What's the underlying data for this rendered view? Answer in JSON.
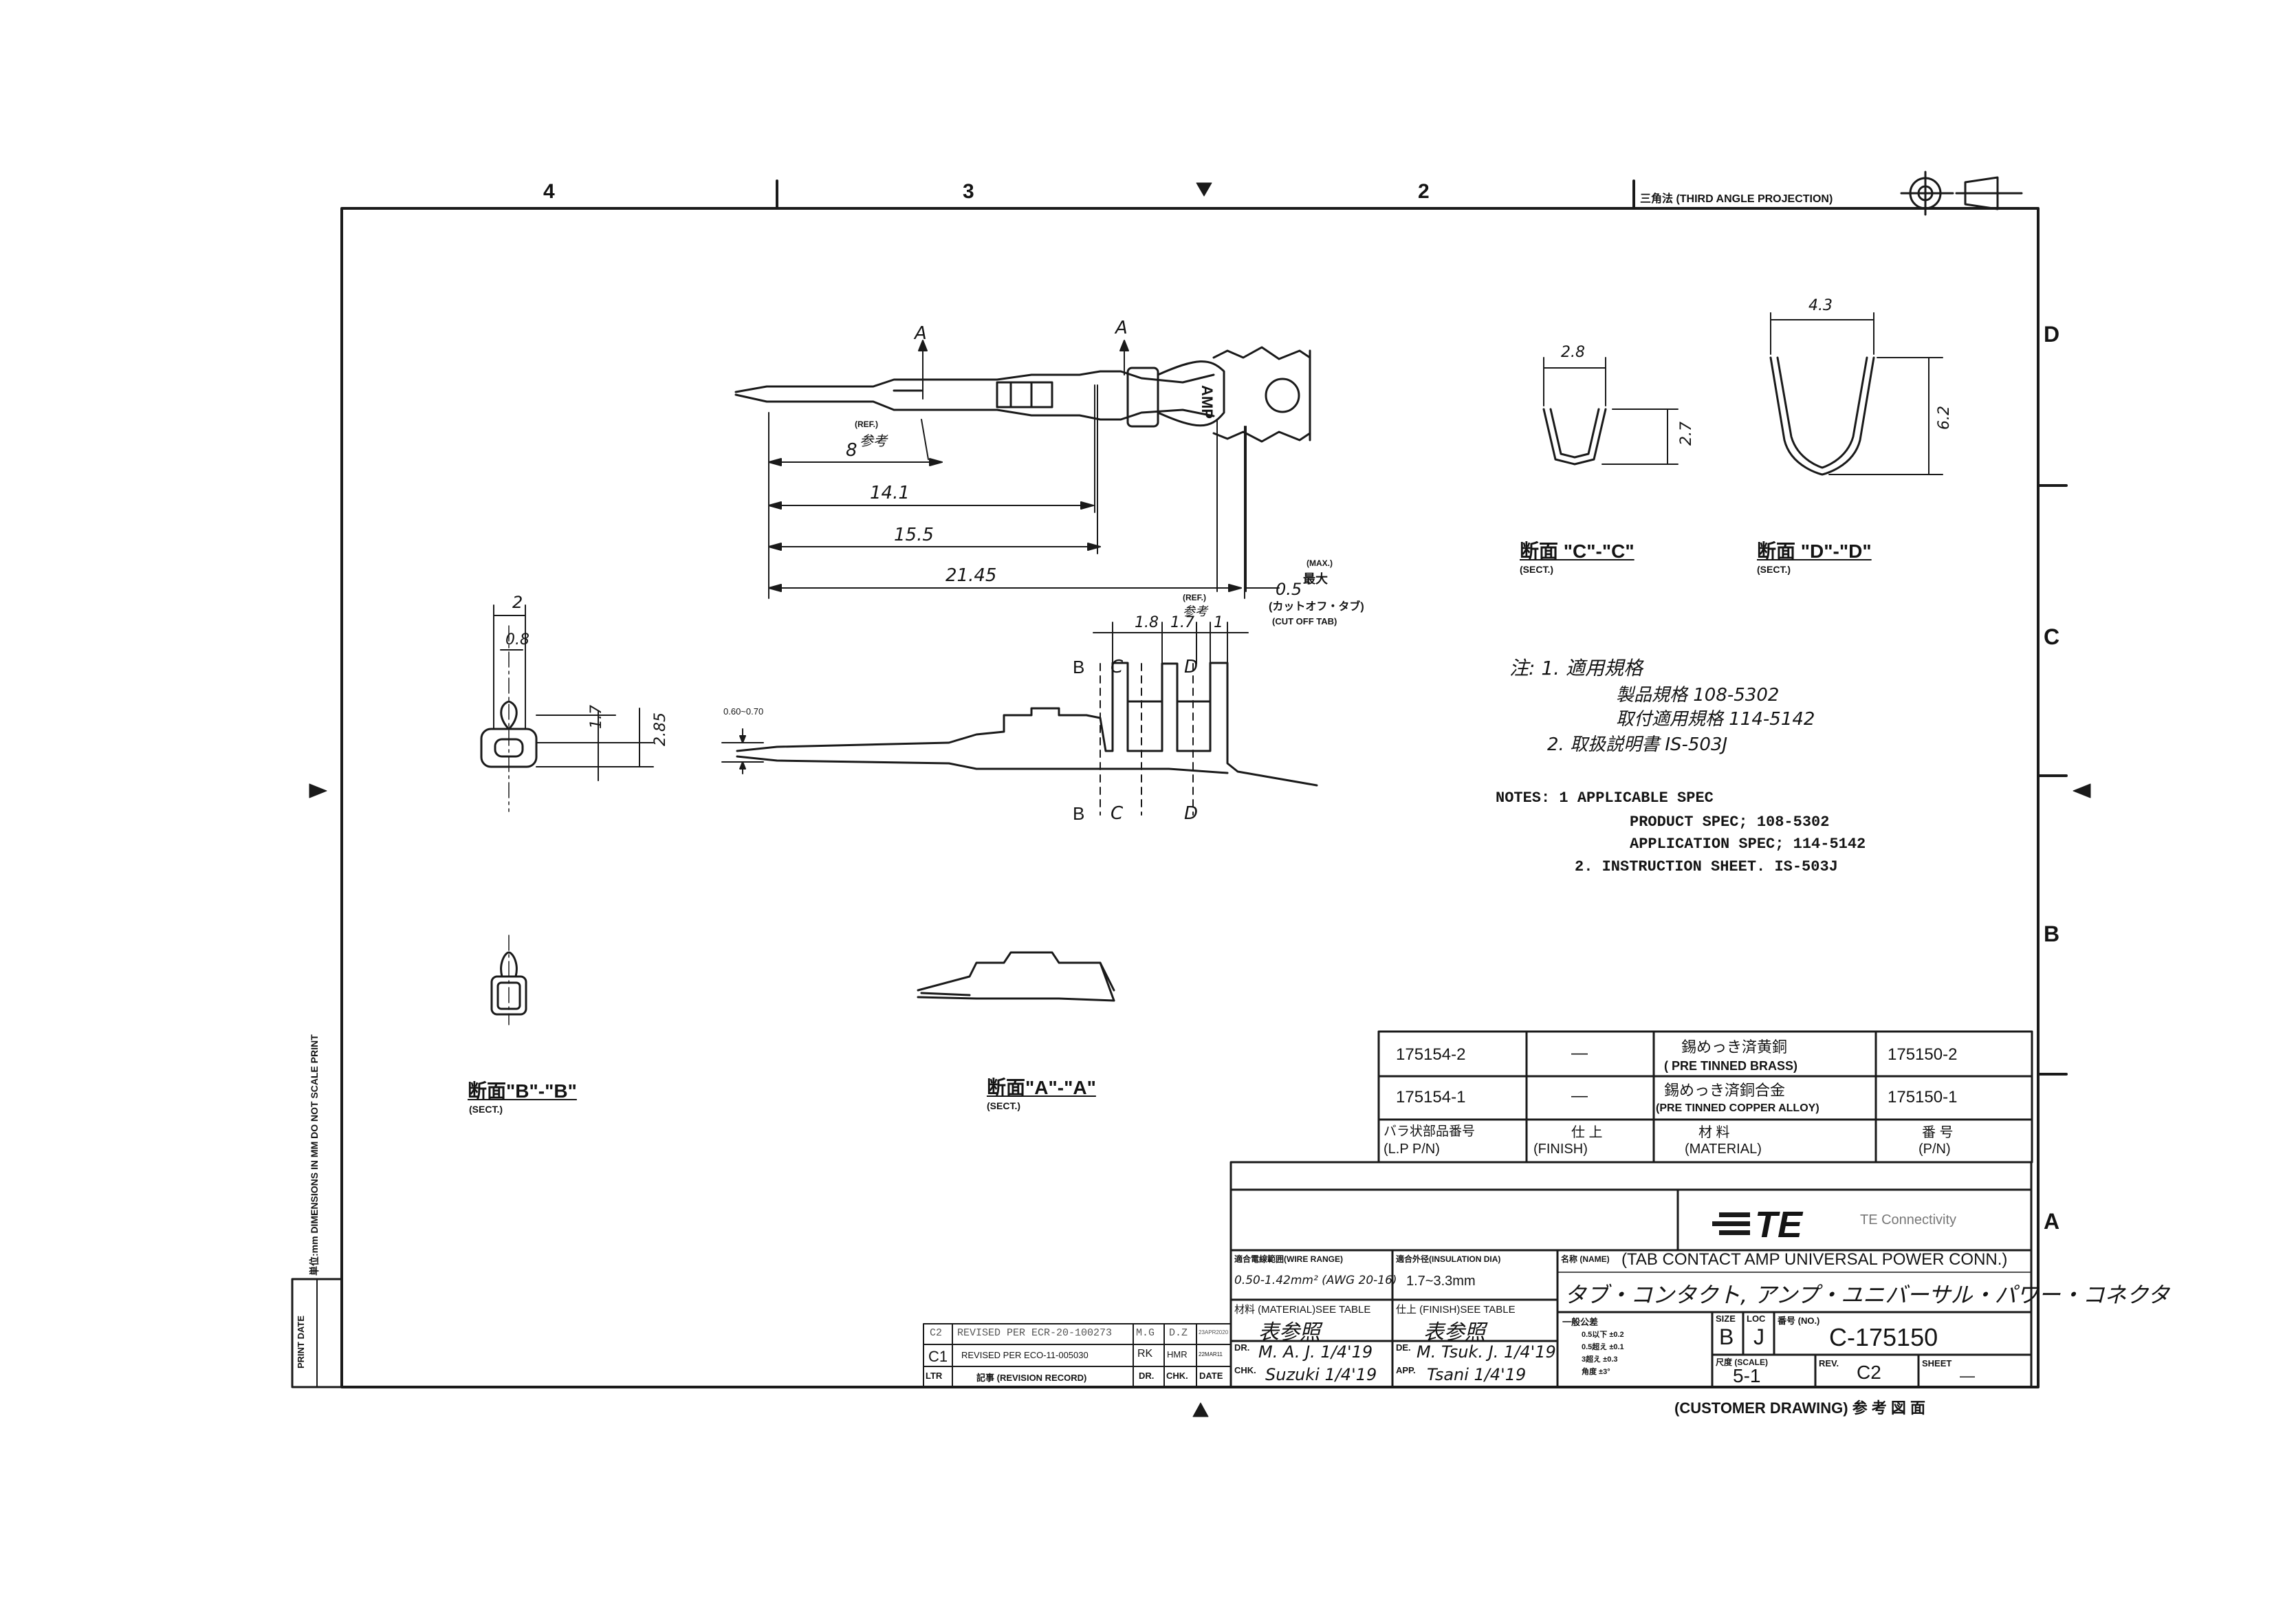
{
  "zone_top": [
    "4",
    "3",
    "2"
  ],
  "zone_side": [
    "D",
    "C",
    "B",
    "A"
  ],
  "projection_label": "三角法 (THIRD ANGLE PROJECTION)",
  "margin_note": "単位:mm DIMENSIONS IN MM DO NOT SCALE PRINT",
  "print_date_label": "PRINT DATE",
  "dims_top": {
    "sect_a1": "A",
    "sect_a2": "A",
    "ref": "(REF.)",
    "ref_jp": "参考",
    "d8": "8",
    "d141": "14.1",
    "d155": "15.5",
    "d2145": "21.45",
    "max": "(MAX.)",
    "d05": "0.5",
    "max_jp": "最大",
    "cutoff_jp": "(カットオフ・タブ)",
    "cutoff": "(CUT OFF TAB)",
    "amp_mark": "AMP"
  },
  "dims_side": {
    "d18": "1.8",
    "d17": "1.7",
    "d1": "1",
    "ref": "(REF.)",
    "ref_jp": "参考",
    "d060": "0.60~0.70",
    "b": "B",
    "c": "C",
    "d": "D"
  },
  "dims_end": {
    "d2": "2",
    "d08": "0.8",
    "d17": "1.7",
    "d285": "2.85"
  },
  "sections": {
    "cc": {
      "d28": "2.8",
      "d27": "2.7",
      "title": "断面 \"C\"-\"C\"",
      "sect": "(SECT.)"
    },
    "dd": {
      "d43": "4.3",
      "d62": "6.2",
      "title": "断面 \"D\"-\"D\"",
      "sect": "(SECT.)"
    },
    "bb": {
      "title": "断面\"B\"-\"B\"",
      "sect": "(SECT.)"
    },
    "aa": {
      "title": "断面\"A\"-\"A\"",
      "sect": "(SECT.)"
    }
  },
  "notes_jp": [
    "注: 1. 適用規格",
    "製品規格 108-5302",
    "取付適用規格 114-5142",
    "2. 取扱説明書 IS-503J"
  ],
  "notes_en": [
    "NOTES: 1 APPLICABLE SPEC",
    "PRODUCT SPEC; 108-5302",
    "APPLICATION SPEC; 114-5142",
    "2. INSTRUCTION SHEET. IS-503J"
  ],
  "parts_table": {
    "rows": [
      {
        "lp": "175154-2",
        "finish": "—",
        "material_jp": "錫めっき済黄銅",
        "material_en": "( PRE TINNED BRASS)",
        "pn": "175150-2"
      },
      {
        "lp": "175154-1",
        "finish": "—",
        "material_jp": "錫めっき済銅合金",
        "material_en": "(PRE TINNED COPPER ALLOY)",
        "pn": "175150-1"
      }
    ],
    "header": {
      "lp_jp": "バラ状部品番号",
      "lp": "(L.P P/N)",
      "finish_jp": "仕 上",
      "finish": "(FINISH)",
      "material_jp": "材 料",
      "material": "(MATERIAL)",
      "pn_jp": "番 号",
      "pn": "(P/N)"
    }
  },
  "title_block": {
    "company": "TE Connectivity",
    "name_label": "名称 (NAME)",
    "name_en": "(TAB CONTACT AMP UNIVERSAL POWER CONN.)",
    "name_jp": "タブ・コンタクト, アンプ・ユニバーサル・パワー・コネクタ",
    "wire_range_label": "適合電線範囲(WIRE RANGE)",
    "wire_range_value": "0.50-1.42mm² (AWG 20-16)",
    "insulation_label": "適合外径(INSULATION DIA)",
    "insulation_value": "1.7~3.3mm",
    "material_label": "材料 (MATERIAL)SEE TABLE",
    "material_value": "表参照",
    "finish_label": "仕上 (FINISH)SEE TABLE",
    "finish_value": "表参照",
    "tol_head": "一般公差",
    "tol_rows": [
      "0.5以下 ±0.2",
      "0.5超え ±0.1",
      "3超え ±0.3",
      "角度 ±3°"
    ],
    "size_label": "SIZE",
    "size_value": "B",
    "loc_label": "LOC",
    "loc_value": "J",
    "no_label": "番号 (NO.)",
    "no_value": "C-175150",
    "scale_label": "尺度 (SCALE)",
    "scale_value": "5-1",
    "rev_label": "REV.",
    "rev_value": "C2",
    "sheet_label": "SHEET",
    "sheet_value": "—",
    "dr_label": "DR.",
    "dr_sig": "M. A. J. 1/4'19",
    "de_label": "DE.",
    "de_sig": "M. Tsuk. J. 1/4'19",
    "chk_label": "CHK.",
    "chk_sig": "Suzuki 1/4'19",
    "app_label": "APP.",
    "app_sig": "Tsani 1/4'19",
    "customer": "(CUSTOMER DRAWING) 参 考 図 面"
  },
  "revisions": {
    "rows": [
      {
        "ltr": "C2",
        "desc": "REVISED PER ECR-20-100273",
        "dr": "M.G",
        "chk": "D.Z",
        "date": "23APR2020"
      },
      {
        "ltr": "C1",
        "desc": "REVISED PER ECO-11-005030",
        "dr": "RK",
        "chk": "HMR",
        "date": "22MAR11"
      }
    ],
    "header": {
      "ltr": "LTR",
      "desc": "記事 (REVISION RECORD)",
      "dr": "DR.",
      "chk": "CHK.",
      "date": "DATE"
    }
  }
}
